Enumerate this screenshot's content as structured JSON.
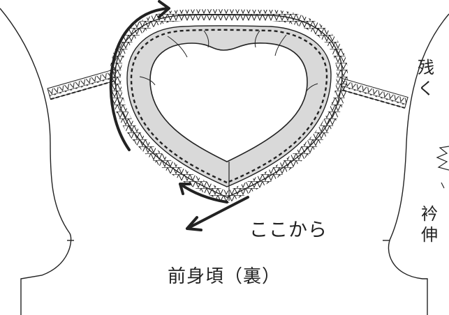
{
  "labels": {
    "start_here": "ここから",
    "front_body": "前身頃（裏）",
    "edge_top_1": "残",
    "edge_top_2": "く",
    "edge_bottom_1": "衿",
    "edge_bottom_2": "伸"
  },
  "colors": {
    "ink": "#222222",
    "facing_fill": "#d9d9d9",
    "paper": "#ffffff"
  },
  "icons": {
    "curved_arrow": "clockwise-arrow-icon",
    "start_arrow": "down-left-arrow-icon",
    "burst": "burst-icon"
  }
}
